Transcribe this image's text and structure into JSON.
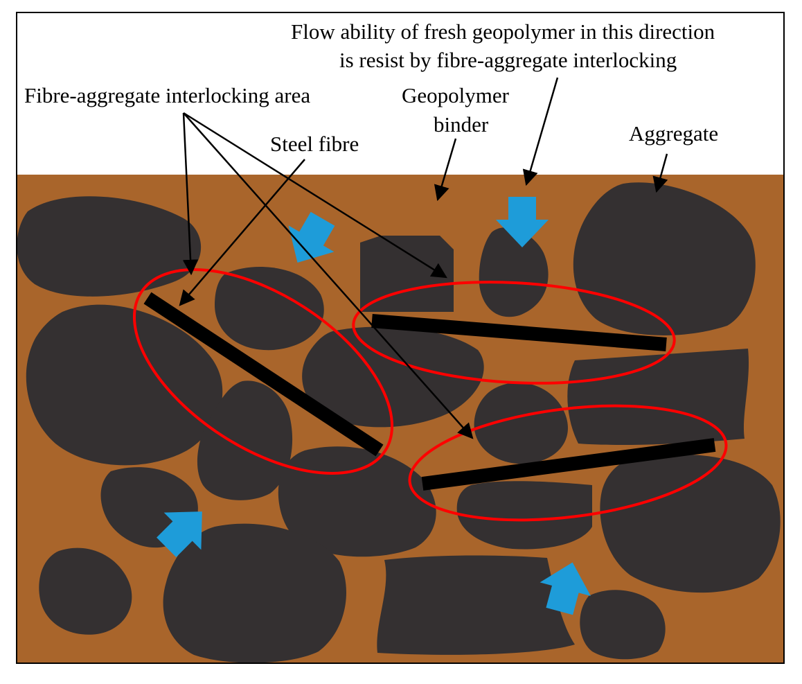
{
  "labels": {
    "flow_line1": "Flow ability of fresh geopolymer in this direction",
    "flow_line2": "is resist by fibre-aggregate interlocking",
    "interlocking_area": "Fibre-aggregate interlocking area",
    "geopolymer_line1": "Geopolymer",
    "geopolymer_line2": "binder",
    "steel_fibre": "Steel fibre",
    "aggregate": "Aggregate"
  },
  "colors": {
    "binder": "#a9652b",
    "aggregate": "#343031",
    "fibre": "#000000",
    "interlock_ellipse": "#ff0000",
    "flow_arrow": "#1e9cd9",
    "frame": "#000000",
    "background": "#ffffff"
  }
}
